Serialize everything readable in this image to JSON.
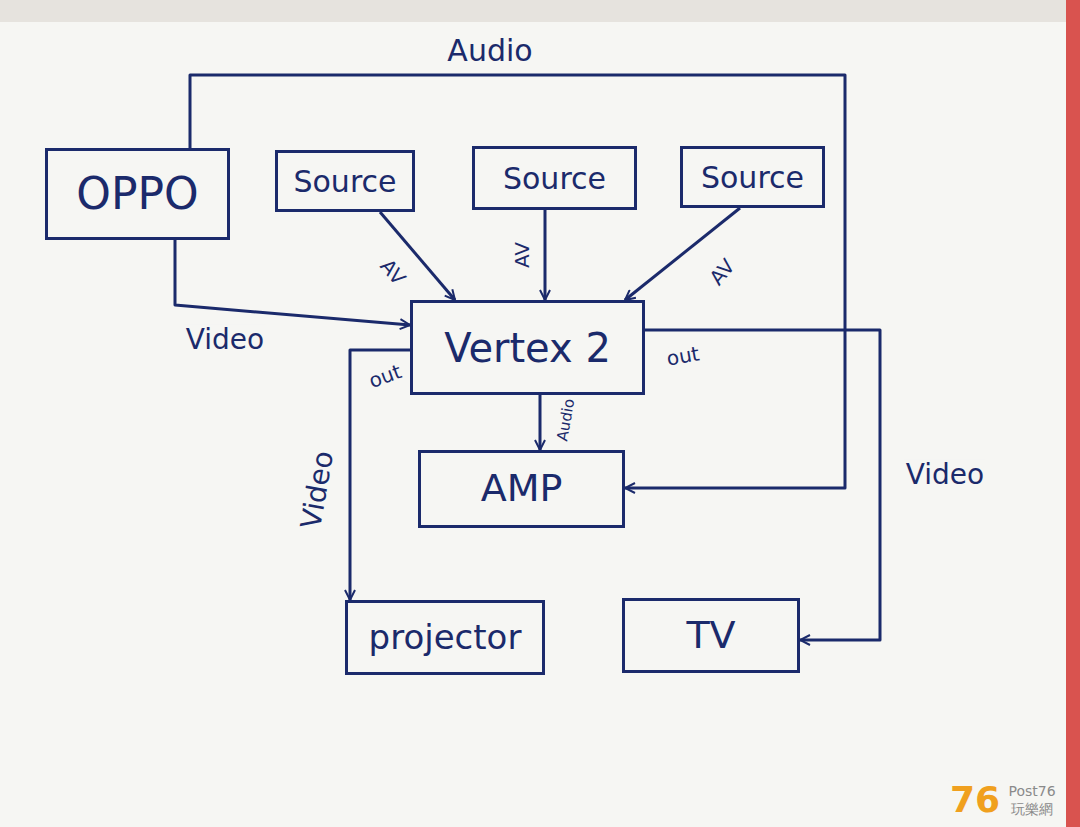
{
  "diagram": {
    "nodes": [
      {
        "text": [
          "OPPO"
        ]
      },
      {
        "text": [
          "Source"
        ]
      },
      {
        "text": [
          "Source"
        ]
      },
      {
        "text": [
          "Source"
        ]
      },
      {
        "text": [
          "Vertex 2"
        ]
      },
      {
        "text": [
          "AMP"
        ]
      },
      {
        "text": [
          "projector"
        ]
      },
      {
        "text": [
          "TV"
        ]
      }
    ],
    "edges": [
      {
        "from": 0,
        "to": 5,
        "arrow": "to",
        "label": "Audio"
      },
      {
        "from": 0,
        "to": 4,
        "arrow": "to",
        "label": "Video"
      },
      {
        "from": 1,
        "to": 4,
        "arrow": "to",
        "label": "AV"
      },
      {
        "from": 2,
        "to": 4,
        "arrow": "to",
        "label": "AV"
      },
      {
        "from": 3,
        "to": 4,
        "arrow": "to",
        "label": "AV"
      },
      {
        "from": 4,
        "to": 5,
        "arrow": "to",
        "label": "Audio"
      },
      {
        "from": 4,
        "to": 6,
        "arrow": "to",
        "label": "Video"
      },
      {
        "from": 4,
        "to": 7,
        "arrow": "to",
        "label": "Video"
      }
    ],
    "labels": [
      "out",
      "out",
      "76",
      "Post76",
      "玩樂網"
    ]
  }
}
